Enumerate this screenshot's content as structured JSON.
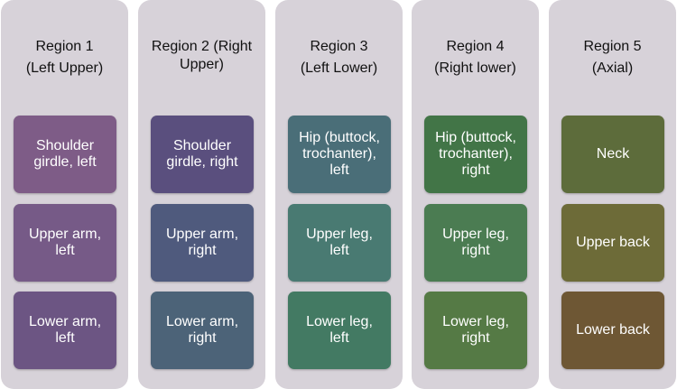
{
  "regions": [
    {
      "title_lines": [
        "Region 1",
        "(Left Upper)"
      ],
      "items": [
        {
          "label": "Shoulder\ngirdle, left",
          "color": "#7e5c87"
        },
        {
          "label": "Upper arm,\nleft",
          "color": "#765a87"
        },
        {
          "label": "Lower arm,\nleft",
          "color": "#6c5583"
        }
      ]
    },
    {
      "title_lines": [
        "Region 2 (Right",
        "Upper)"
      ],
      "items": [
        {
          "label": "Shoulder\ngirdle, right",
          "color": "#5a4f7e"
        },
        {
          "label": "Upper arm,\nright",
          "color": "#4f5a7d"
        },
        {
          "label": "Lower arm,\nright",
          "color": "#4c6378"
        }
      ]
    },
    {
      "title_lines": [
        "Region 3",
        "(Left Lower)"
      ],
      "items": [
        {
          "label": "Hip (buttock,\ntrochanter),\nleft",
          "color": "#4a6e78"
        },
        {
          "label": "Upper leg,\nleft",
          "color": "#497a72"
        },
        {
          "label": "Lower leg,\nleft",
          "color": "#437a63"
        }
      ]
    },
    {
      "title_lines": [
        "Region 4",
        "(Right lower)"
      ],
      "items": [
        {
          "label": "Hip (buttock,\ntrochanter),\nright",
          "color": "#427547"
        },
        {
          "label": "Upper leg,\nright",
          "color": "#4b7c52"
        },
        {
          "label": "Lower leg,\nright",
          "color": "#557a45"
        }
      ]
    },
    {
      "title_lines": [
        "Region 5",
        "(Axial)"
      ],
      "items": [
        {
          "label": "Neck",
          "color": "#5d6c3b"
        },
        {
          "label": "Upper back",
          "color": "#6d6b38"
        },
        {
          "label": "Lower back",
          "color": "#6e5734"
        }
      ]
    }
  ]
}
